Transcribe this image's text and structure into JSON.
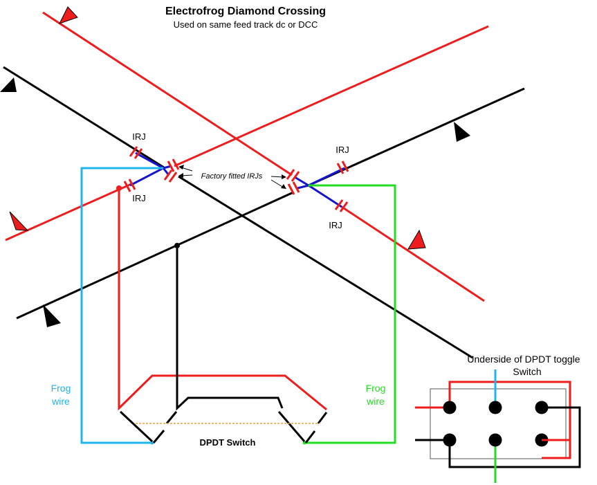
{
  "title": "Electrofrog Diamond Crossing",
  "subtitle": "Used on same feed track dc or DCC",
  "labels": {
    "irj_top_left": "IRJ",
    "irj_bottom_left": "IRJ",
    "irj_top_right": "IRJ",
    "irj_bottom_right": "IRJ",
    "factory_irjs": "Factory fitted IRJs",
    "frog_wire_left_1": "Frog",
    "frog_wire_left_2": "wire",
    "frog_wire_right_1": "Frog",
    "frog_wire_right_2": "wire",
    "dpdt_switch": "DPDT Switch",
    "underside_1": "Underside of DPDT toggle",
    "underside_2": "Switch"
  },
  "colors": {
    "rail_red": "#ee1c1c",
    "rail_black": "#000000",
    "frog_blue": "#1515cc",
    "frog_wire_cyan": "#1fb4ea",
    "frog_wire_green": "#22dd22",
    "link_dashed": "#e8a040",
    "box_outline": "#555555"
  }
}
